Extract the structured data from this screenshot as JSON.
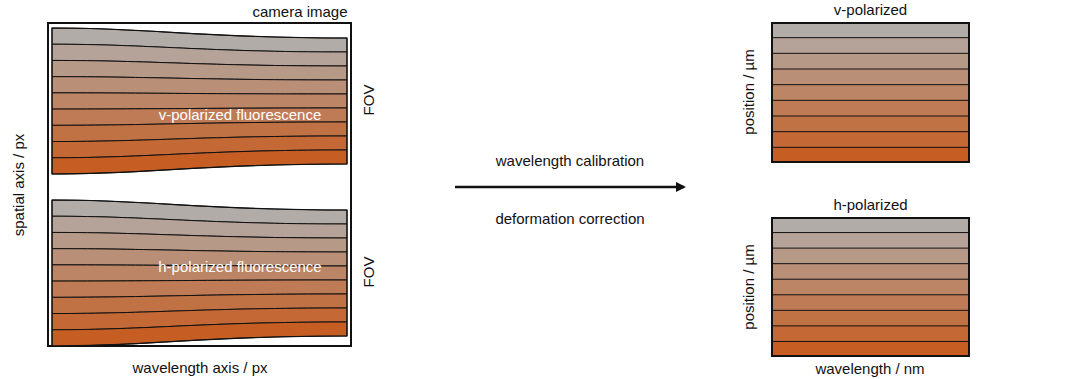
{
  "diagram": {
    "nodes": [
      {
        "text": [
          "camera image"
        ]
      },
      {
        "text": [
          "v-polarized fluorescence"
        ],
        "in": 0
      },
      {
        "text": [
          "h-polarized fluorescence"
        ],
        "in": 0
      },
      {
        "text": [
          "v-polarized"
        ]
      },
      {
        "text": [
          "h-polarized"
        ]
      }
    ],
    "labels": [
      "spatial axis / px",
      "wavelength axis / px",
      "FOV",
      "FOV",
      "wavelength calibration",
      "deformation correction",
      "position / µm",
      "position / µm",
      "wavelength / nm"
    ]
  }
}
